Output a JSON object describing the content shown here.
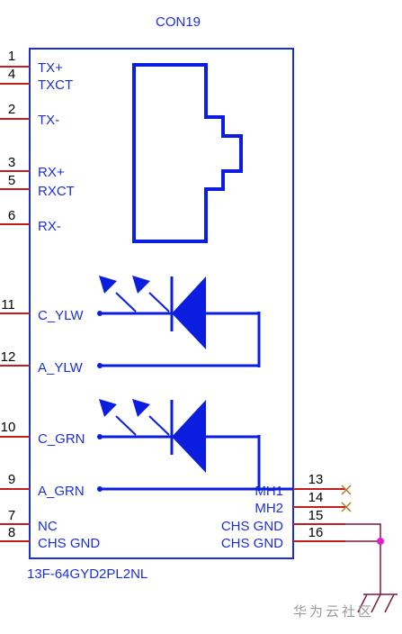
{
  "component": {
    "designator": "CON19",
    "part_number": "13F-64GYD2PL2NL"
  },
  "left_pins": [
    {
      "num": "1",
      "label": "TX+"
    },
    {
      "num": "4",
      "label": "TXCT"
    },
    {
      "num": "2",
      "label": "TX-"
    },
    {
      "num": "3",
      "label": "RX+"
    },
    {
      "num": "5",
      "label": "RXCT"
    },
    {
      "num": "6",
      "label": "RX-"
    },
    {
      "num": "11",
      "label": "C_YLW"
    },
    {
      "num": "12",
      "label": "A_YLW"
    },
    {
      "num": "10",
      "label": "C_GRN"
    },
    {
      "num": "9",
      "label": "A_GRN"
    },
    {
      "num": "7",
      "label": "NC"
    },
    {
      "num": "8",
      "label": "CHS GND"
    }
  ],
  "right_pins": [
    {
      "num": "13",
      "label": "MH1"
    },
    {
      "num": "14",
      "label": "MH2"
    },
    {
      "num": "15",
      "label": "CHS GND"
    },
    {
      "num": "16",
      "label": "CHS GND"
    }
  ],
  "watermark": "华为云社区",
  "colors": {
    "body": "#1b2fd6",
    "symbol": "#0b1ee0",
    "pin_line": "#c41b1b",
    "net": "#7a1a3a",
    "no_connect": "#b07a2a",
    "junction": "#e020d0"
  }
}
